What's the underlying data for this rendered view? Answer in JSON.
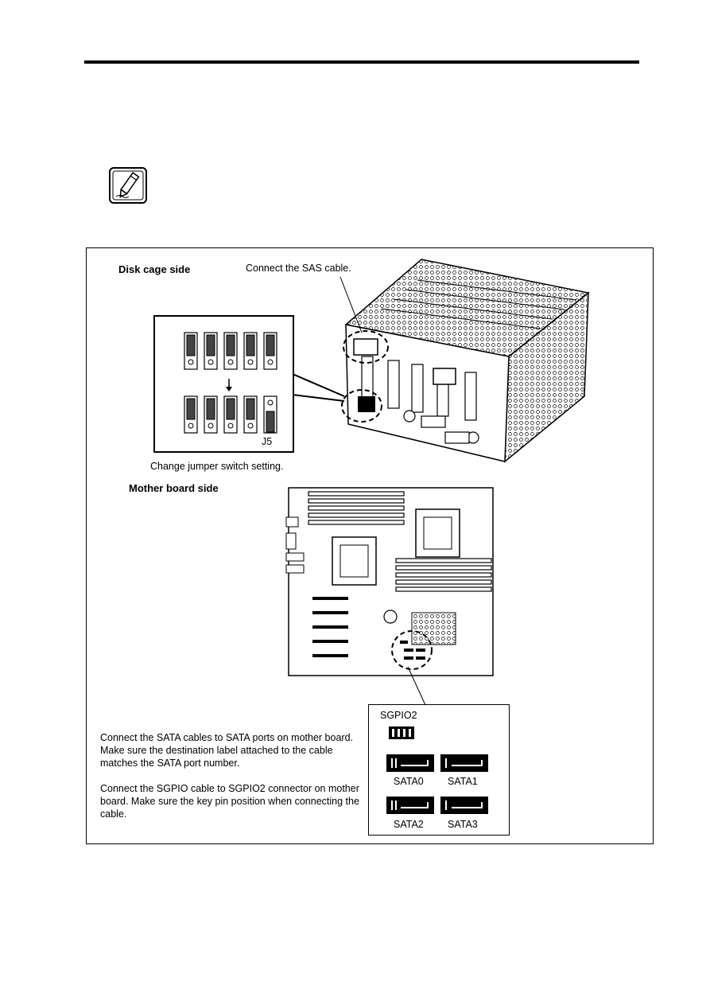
{
  "figure": {
    "disk_cage": {
      "title": "Disk cage side",
      "sas_callout": "Connect the SAS cable.",
      "jumper_label": "J5",
      "jumper_caption": "Change jumper switch setting."
    },
    "motherboard": {
      "title": "Mother board side"
    },
    "connectors": {
      "sgpio_label": "SGPIO2",
      "sata_ports": [
        "SATA0",
        "SATA1",
        "SATA2",
        "SATA3"
      ]
    },
    "instructions": {
      "sata": "Connect the SATA cables to SATA ports on mother board. Make sure the destination label attached to the cable matches the SATA port number.",
      "sgpio": "Connect the SGPIO cable to SGPIO2 connector on mother board. Make sure the key pin position when connecting the cable."
    }
  },
  "icons": {
    "note": "note-pencil-icon"
  }
}
